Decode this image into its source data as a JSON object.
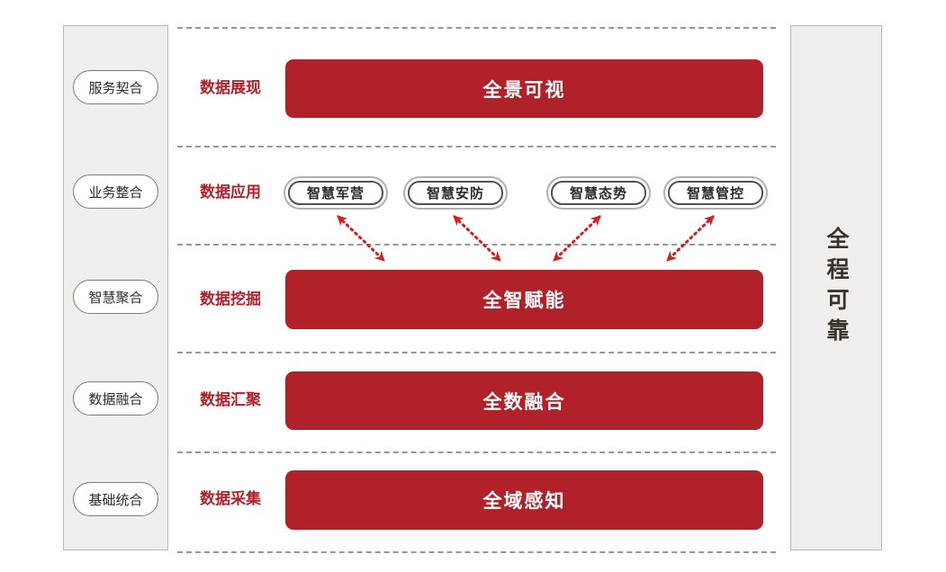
{
  "left_panel": {
    "items": [
      {
        "label": "服务契合"
      },
      {
        "label": "业务整合"
      },
      {
        "label": "智慧聚合"
      },
      {
        "label": "数据融合"
      },
      {
        "label": "基础统合"
      }
    ]
  },
  "right_panel": {
    "label": "全程可靠"
  },
  "layers": [
    {
      "label": "数据展现",
      "bar": "全景可视"
    },
    {
      "label": "数据应用",
      "apps": [
        {
          "label": "智慧军营"
        },
        {
          "label": "智慧安防"
        },
        {
          "label": "智慧态势"
        },
        {
          "label": "智慧管控"
        }
      ]
    },
    {
      "label": "数据挖掘",
      "bar": "全智赋能"
    },
    {
      "label": "数据汇聚",
      "bar": "全数融合"
    },
    {
      "label": "数据采集",
      "bar": "全域感知"
    }
  ],
  "colors": {
    "bar_red": "#b02129",
    "label_red": "#b02129",
    "arrow_red": "#d41f1e",
    "panel_gray": "#f0efee",
    "separator_gray": "#979797",
    "assurance_text": "#3a332c"
  }
}
